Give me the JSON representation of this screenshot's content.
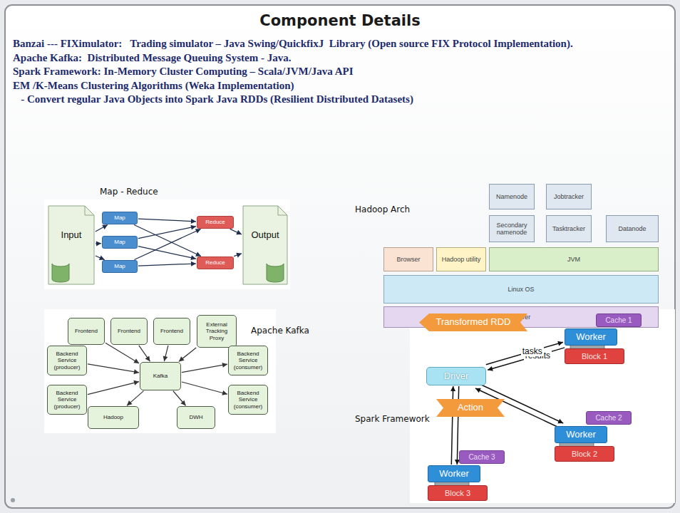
{
  "diagram": {
    "title": "Component Details",
    "nodes": [
      {
        "text": [
          "Input"
        ]
      },
      {
        "text": [
          "Map"
        ]
      },
      {
        "text": [
          "Map"
        ]
      },
      {
        "text": [
          "Map"
        ]
      },
      {
        "text": [
          "Reduce"
        ]
      },
      {
        "text": [
          "Reduce"
        ]
      },
      {
        "text": [
          "Output"
        ]
      },
      {
        "text": [
          "Namenode"
        ]
      },
      {
        "text": [
          "Jobtracker"
        ]
      },
      {
        "text": [
          "Secondary namenode"
        ]
      },
      {
        "text": [
          "Tasktracker"
        ]
      },
      {
        "text": [
          "Datanode"
        ]
      },
      {
        "text": [
          "Browser"
        ]
      },
      {
        "text": [
          "Hadoop utility"
        ]
      },
      {
        "text": [
          "JVM"
        ]
      },
      {
        "text": [
          "Linux OS"
        ]
      },
      {
        "text": [
          "Server"
        ]
      },
      {
        "text": [
          "Frontend"
        ]
      },
      {
        "text": [
          "Frontend"
        ]
      },
      {
        "text": [
          "Frontend"
        ]
      },
      {
        "text": [
          "External Tracking Proxy"
        ]
      },
      {
        "text": [
          "Backend Service (producer)"
        ]
      },
      {
        "text": [
          "Kafka"
        ]
      },
      {
        "text": [
          "Backend Service (consumer)"
        ]
      },
      {
        "text": [
          "Backend Service (producer)"
        ]
      },
      {
        "text": [
          "Backend Service (consumer)"
        ]
      },
      {
        "text": [
          "Hadoop"
        ]
      },
      {
        "text": [
          "DWH"
        ]
      },
      {
        "text": [
          "Transformed RDD"
        ]
      },
      {
        "text": [
          "Cache 1"
        ]
      },
      {
        "text": [
          "Worker"
        ]
      },
      {
        "text": [
          "Block 1"
        ]
      },
      {
        "text": [
          "Driver"
        ]
      },
      {
        "text": [
          "Action"
        ]
      },
      {
        "text": [
          "Cache 2"
        ]
      },
      {
        "text": [
          "Worker"
        ]
      },
      {
        "text": [
          "Block 2"
        ]
      },
      {
        "text": [
          "Cache 3"
        ]
      },
      {
        "text": [
          "Worker"
        ]
      },
      {
        "text": [
          "Block 3"
        ]
      }
    ],
    "edges": [
      {
        "from": 0,
        "to": 1,
        "arrow": "to"
      },
      {
        "from": 0,
        "to": 2,
        "arrow": "to"
      },
      {
        "from": 0,
        "to": 3,
        "arrow": "to"
      },
      {
        "from": 1,
        "to": 4,
        "arrow": "to"
      },
      {
        "from": 1,
        "to": 5,
        "arrow": "to"
      },
      {
        "from": 2,
        "to": 4,
        "arrow": "to"
      },
      {
        "from": 2,
        "to": 5,
        "arrow": "to"
      },
      {
        "from": 3,
        "to": 4,
        "arrow": "to"
      },
      {
        "from": 3,
        "to": 5,
        "arrow": "to"
      },
      {
        "from": 4,
        "to": 6,
        "arrow": "to"
      },
      {
        "from": 5,
        "to": 6,
        "arrow": "to"
      },
      {
        "from": 17,
        "to": 22,
        "arrow": "to"
      },
      {
        "from": 18,
        "to": 22,
        "arrow": "to"
      },
      {
        "from": 19,
        "to": 22,
        "arrow": "to"
      },
      {
        "from": 20,
        "to": 22,
        "arrow": "to"
      },
      {
        "from": 21,
        "to": 22,
        "arrow": "to"
      },
      {
        "from": 24,
        "to": 22,
        "arrow": "to"
      },
      {
        "from": 22,
        "to": 23,
        "arrow": "to"
      },
      {
        "from": 22,
        "to": 25,
        "arrow": "to"
      },
      {
        "from": 22,
        "to": 26,
        "arrow": "to"
      },
      {
        "from": 22,
        "to": 27,
        "arrow": "to"
      },
      {
        "from": 30,
        "to": 32,
        "label": "results",
        "arrow": "to"
      },
      {
        "from": 32,
        "to": 30,
        "label": "tasks",
        "arrow": "to"
      },
      {
        "from": 35,
        "to": 32,
        "arrow": "to"
      },
      {
        "from": 32,
        "to": 35,
        "arrow": "to"
      },
      {
        "from": 38,
        "to": 32,
        "arrow": "to"
      },
      {
        "from": 32,
        "to": 38,
        "arrow": "to"
      }
    ],
    "labels": [
      "Banzai --- FIXimulator:   Trading simulator – Java Swing/QuickfixJ  Library (Open source FIX Protocol Implementation).",
      "Apache Kafka:  Distributed Message Queuing System - Java.",
      "Spark Framework: In-Memory Cluster Computing – Scala/JVM/Java API",
      "EM /K-Means Clustering Algorithms (Weka Implementation)",
      "   - Convert regular Java Objects into Spark Java RDDs (Resilient Distributed Datasets)",
      "Map - Reduce",
      "Hadoop Arch",
      "Apache Kafka",
      "Spark Framework"
    ]
  }
}
